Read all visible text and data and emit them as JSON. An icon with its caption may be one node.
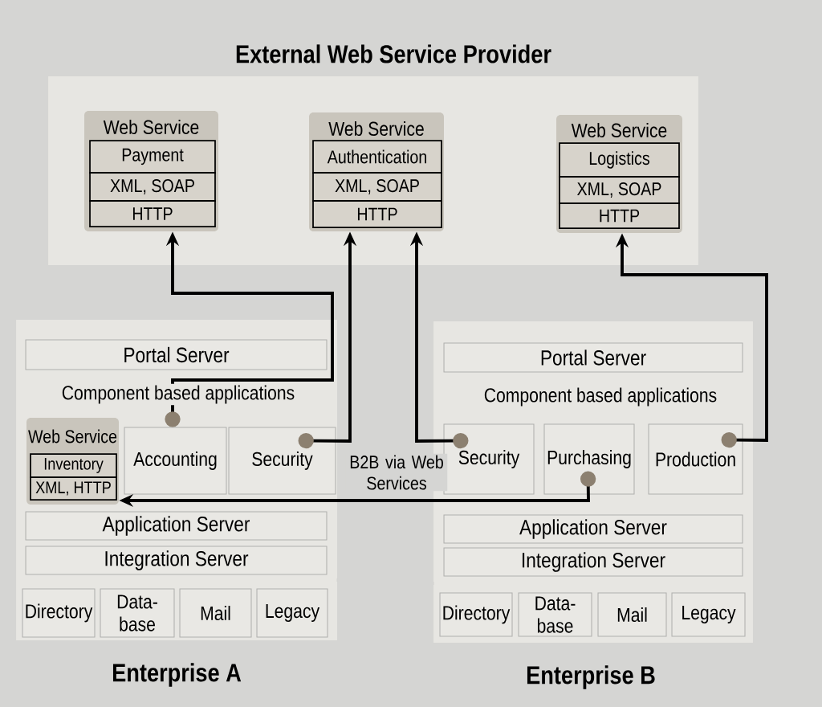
{
  "diagram": {
    "nodes": [
      {
        "text": [
          "External Web Service Provider"
        ]
      },
      {
        "text": [
          "Web Service",
          "Payment",
          "XML, SOAP",
          "HTTP"
        ],
        "in": 0
      },
      {
        "text": [
          "Web Service",
          "Authentication",
          "XML, SOAP",
          "HTTP"
        ],
        "in": 0
      },
      {
        "text": [
          "Web Service",
          "Logistics",
          "XML, SOAP",
          "HTTP"
        ],
        "in": 0
      },
      {
        "text": [
          "Enterprise A"
        ]
      },
      {
        "text": [
          "Portal Server"
        ],
        "in": 4
      },
      {
        "text": [
          "Web Service",
          "Inventory",
          "XML, HTTP"
        ],
        "in": 4
      },
      {
        "text": [
          "Accounting"
        ],
        "in": 4
      },
      {
        "text": [
          "Security"
        ],
        "in": 4
      },
      {
        "text": [
          "Application Server"
        ],
        "in": 4
      },
      {
        "text": [
          "Integration Server"
        ],
        "in": 4
      },
      {
        "text": [
          "Directory"
        ],
        "in": 4
      },
      {
        "text": [
          "Data- base"
        ],
        "in": 4
      },
      {
        "text": [
          "Mail"
        ],
        "in": 4
      },
      {
        "text": [
          "Legacy"
        ],
        "in": 4
      },
      {
        "text": [
          "Enterprise B"
        ]
      },
      {
        "text": [
          "Portal Server"
        ],
        "in": 15
      },
      {
        "text": [
          "Security"
        ],
        "in": 15
      },
      {
        "text": [
          "Purchasing"
        ],
        "in": 15
      },
      {
        "text": [
          "Production"
        ],
        "in": 15
      },
      {
        "text": [
          "Application Server"
        ],
        "in": 15
      },
      {
        "text": [
          "Integration Server"
        ],
        "in": 15
      },
      {
        "text": [
          "Directory"
        ],
        "in": 15
      },
      {
        "text": [
          "Data- base"
        ],
        "in": 15
      },
      {
        "text": [
          "Mail"
        ],
        "in": 15
      },
      {
        "text": [
          "Legacy"
        ],
        "in": 15
      }
    ],
    "edges": [
      {
        "from": 7,
        "to": 1,
        "arrow": "to"
      },
      {
        "from": 8,
        "to": 2,
        "arrow": "to"
      },
      {
        "from": 17,
        "to": 2,
        "arrow": "to"
      },
      {
        "from": 19,
        "to": 3,
        "arrow": "to"
      },
      {
        "from": 18,
        "to": 6,
        "arrow": "to"
      }
    ],
    "labels": [
      "Component based applications",
      "Component based applications",
      "B2B via Web Services"
    ]
  }
}
